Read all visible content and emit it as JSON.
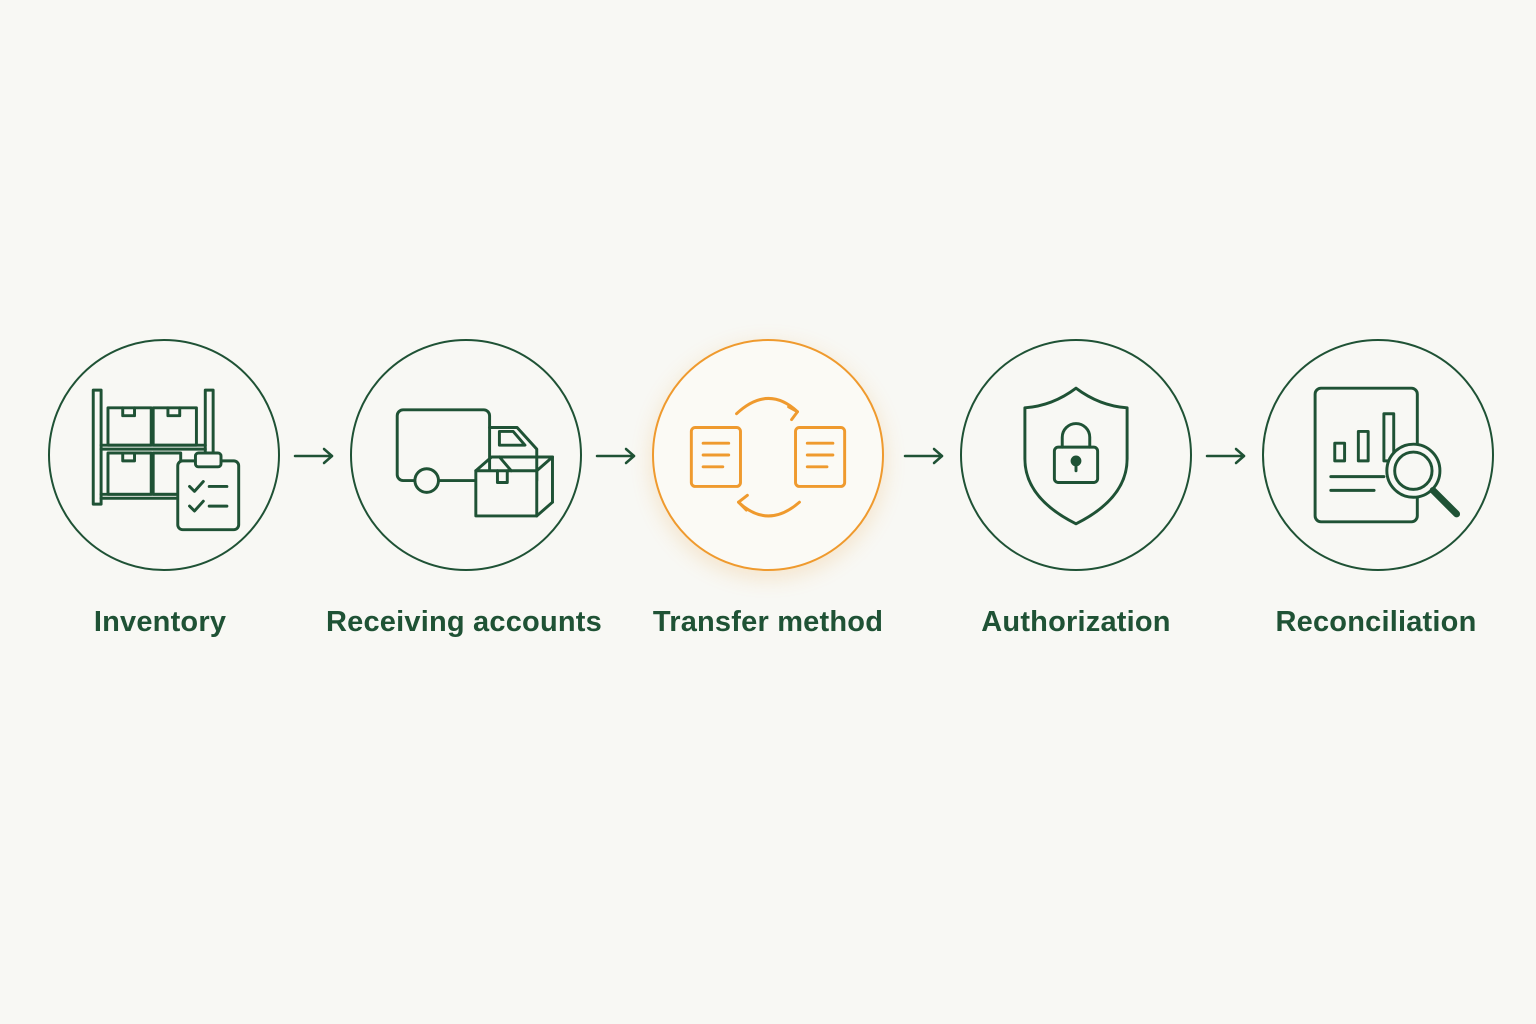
{
  "colors": {
    "primary": "#1f5235",
    "accent": "#ef9a2e",
    "background": "#f8f8f4"
  },
  "steps": [
    {
      "label": "Inventory",
      "icon": "warehouse-shelf-checklist-icon",
      "active": false
    },
    {
      "label": "Receiving accounts",
      "icon": "truck-box-icon",
      "active": false
    },
    {
      "label": "Transfer method",
      "icon": "document-exchange-icon",
      "active": true
    },
    {
      "label": "Authorization",
      "icon": "shield-lock-icon",
      "active": false
    },
    {
      "label": "Reconciliation",
      "icon": "report-magnifier-icon",
      "active": false
    }
  ]
}
